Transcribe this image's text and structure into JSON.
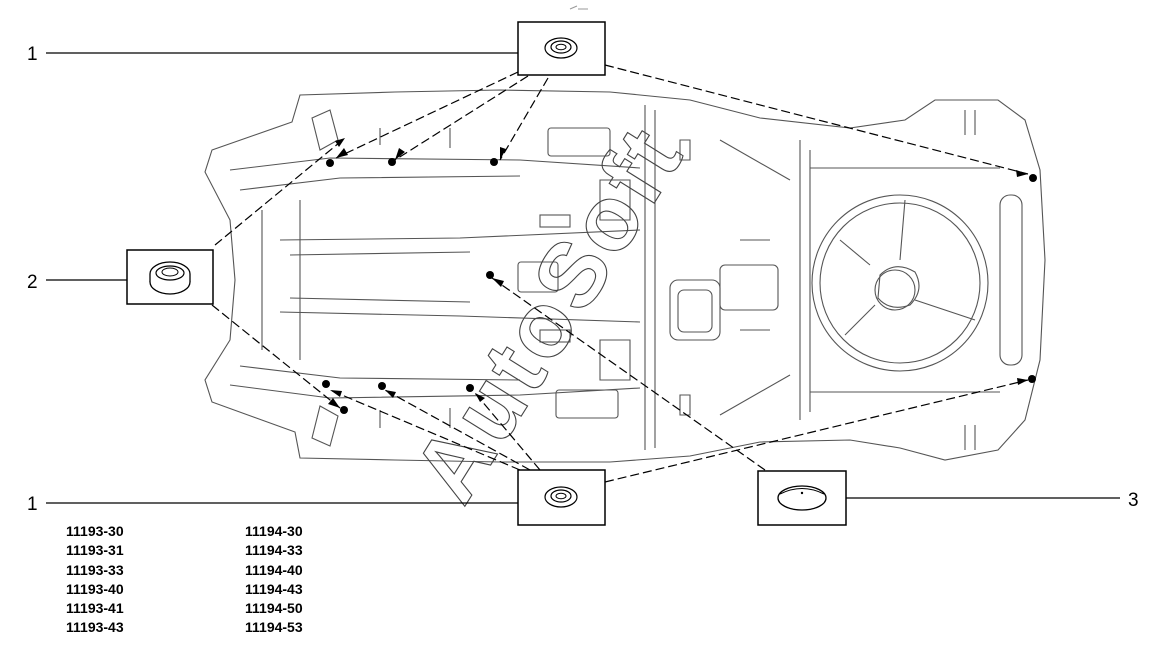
{
  "callouts": {
    "plug_top": "1",
    "grommet_left": "2",
    "plug_bottom": "1",
    "cap_right": "3"
  },
  "watermark": "AutoSoft",
  "codes": {
    "col1": [
      "11193-30",
      "11193-31",
      "11193-33",
      "11193-40",
      "11193-41",
      "11193-43"
    ],
    "col2": [
      "11194-30",
      "11194-33",
      "11194-40",
      "11194-43",
      "11194-50",
      "11194-53"
    ]
  }
}
